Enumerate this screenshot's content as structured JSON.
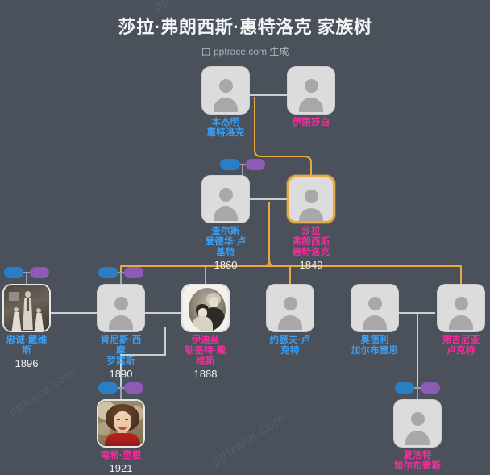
{
  "header": {
    "title": "莎拉·弗朗西斯·惠特洛克 家族树",
    "subtitle": "由 pptrace.com 生成"
  },
  "watermark": {
    "text_a": "pptrace.com",
    "text_b": "pptrace.com",
    "text_c": "pptrace.com"
  },
  "colors": {
    "background": "#4a515b",
    "male": "#3a9ff5",
    "female": "#f0309a",
    "highlight": "#e9a93e",
    "link_descent": "#e9a93e",
    "link_spouse": "#c9ced4",
    "card": "#dcdcdc",
    "pill_blue": "#2a7fc4",
    "pill_purple": "#8d5bb5"
  },
  "people": [
    {
      "id": "benjamin",
      "name": "本杰明\n惠特洛克",
      "year": "",
      "gender": "male",
      "avatar": "placeholder",
      "focus": false
    },
    {
      "id": "elizabeth",
      "name": "伊丽莎白",
      "year": "",
      "gender": "female",
      "avatar": "placeholder",
      "focus": false
    },
    {
      "id": "charles",
      "name": "查尔斯\n爱德华·卢基特",
      "year": "1860",
      "gender": "male",
      "avatar": "placeholder",
      "focus": false
    },
    {
      "id": "sarah",
      "name": "莎拉\n弗朗西斯\n惠特洛克",
      "year": "1849",
      "gender": "female",
      "avatar": "placeholder",
      "focus": true
    },
    {
      "id": "loyal",
      "name": "忠诚·戴维斯",
      "year": "1896",
      "gender": "male",
      "avatar": "photo-davis",
      "focus": false
    },
    {
      "id": "kenneth",
      "name": "肯尼斯·西摩\n罗宾斯",
      "year": "1890",
      "gender": "male",
      "avatar": "placeholder",
      "focus": false
    },
    {
      "id": "edith",
      "name": "伊迪丝\n勒基特·戴维斯",
      "year": "1888",
      "gender": "female",
      "avatar": "photo-edith",
      "focus": false
    },
    {
      "id": "joseph",
      "name": "约瑟夫·卢克特",
      "year": "",
      "gender": "male",
      "avatar": "placeholder",
      "focus": false
    },
    {
      "id": "audley",
      "name": "奥德利\n加尔布雷思",
      "year": "",
      "gender": "male",
      "avatar": "placeholder",
      "focus": false
    },
    {
      "id": "virginia",
      "name": "弗吉尼亚\n卢克特",
      "year": "",
      "gender": "female",
      "avatar": "placeholder",
      "focus": false
    },
    {
      "id": "nancy",
      "name": "南希·里根",
      "year": "1921",
      "gender": "female",
      "avatar": "photo-nancy",
      "focus": false
    },
    {
      "id": "charlotte",
      "name": "夏洛特\n加尔布雷斯",
      "year": "",
      "gender": "female",
      "avatar": "placeholder",
      "focus": false
    }
  ]
}
